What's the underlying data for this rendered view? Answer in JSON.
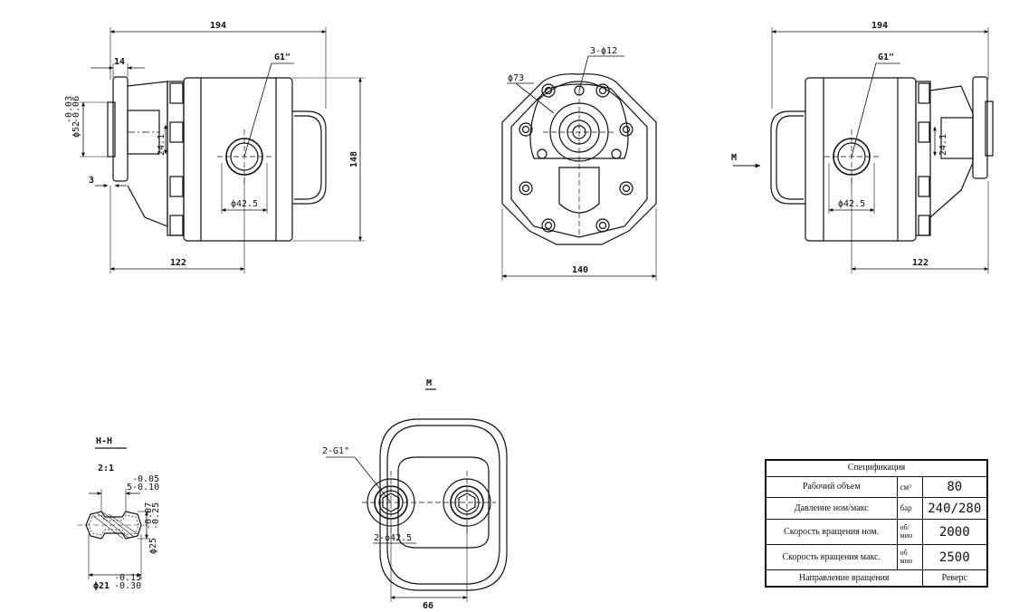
{
  "views": {
    "left": {
      "overall_length": "194",
      "flange_thickness": "14",
      "port_thread": "G1\"",
      "pilot_diameter": "ϕ52",
      "pilot_tol_upper": "-0.03",
      "pilot_tol_lower": "-0.06",
      "shaft_dim": "24.1",
      "flange_offset": "3",
      "port_diameter": "ϕ42.5",
      "port_position": "122",
      "height": "148"
    },
    "front": {
      "mount_holes": "3-ϕ12",
      "bolt_circle": "ϕ73",
      "width": "140"
    },
    "right": {
      "view_marker": "M",
      "overall_length": "194",
      "port_thread": "G1\"",
      "shaft_dim": "24.1",
      "port_diameter": "ϕ42.5",
      "port_position": "122"
    },
    "section": {
      "title": "H-H",
      "scale": "2:1",
      "key_width": "5",
      "key_tol_upper": "-0.05",
      "key_tol_lower": "-0.10",
      "outer_diameter": "ϕ25",
      "outer_tol_upper": "-0.07",
      "outer_tol_lower": "-0.25",
      "inner_diameter": "ϕ21",
      "inner_tol_upper": "-0.15",
      "inner_tol_lower": "-0.30"
    },
    "bottom": {
      "view_title": "M",
      "ports_thread": "2-G1\"",
      "ports_diameter": "2-ϕ42.5",
      "ports_spacing": "66"
    }
  },
  "spec": {
    "title": "Спецификация",
    "rows": [
      {
        "label": "Рабочий объем",
        "unit": "см³",
        "value": "80"
      },
      {
        "label": "Давление ном/макс",
        "unit": "бар",
        "value": "240/280"
      },
      {
        "label": "Скорость вращения ном.",
        "unit": "об/ мин",
        "value": "2000"
      },
      {
        "label": "Скорость вращения макс.",
        "unit": "об мин",
        "value": "2500"
      }
    ],
    "direction_label": "Направление вращения",
    "direction_value": "Реверс"
  }
}
